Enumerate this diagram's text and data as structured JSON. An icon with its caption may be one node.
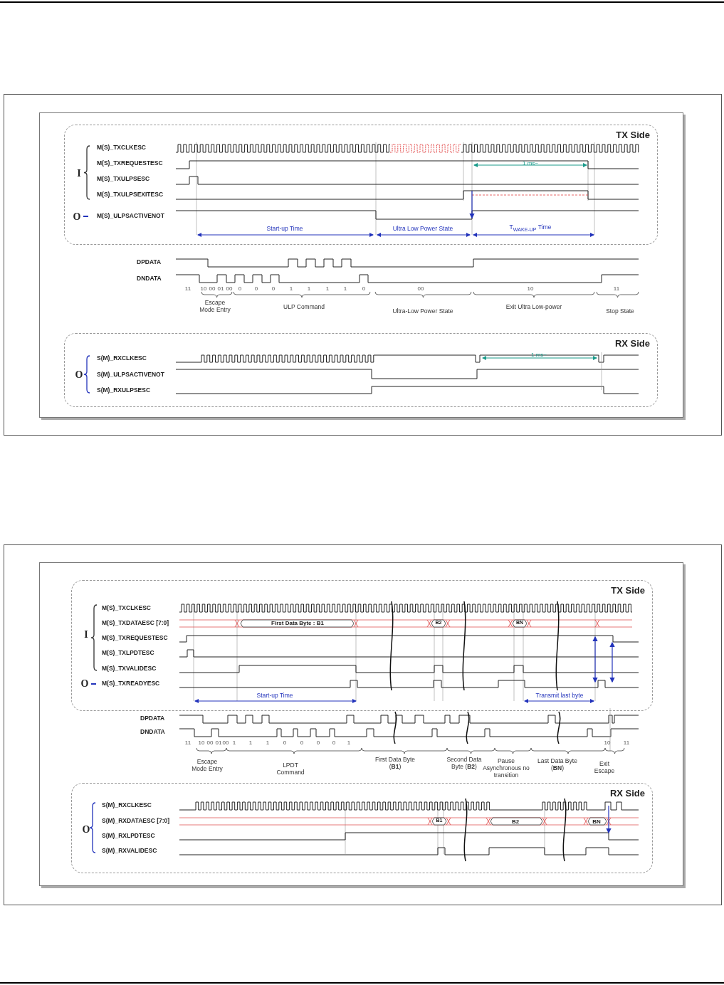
{
  "diagram": {
    "nodes": [
      {
        "text": [
          "TX Side"
        ]
      },
      {
        "text": [
          "RX Side"
        ]
      },
      {
        "text": [
          "TX Side"
        ]
      },
      {
        "text": [
          "RX Side"
        ]
      }
    ],
    "labels": [
      "I",
      "M(S)_TXCLKESC",
      "M(S)_TXREQUESTESC",
      "M(S)_TXULPSESC",
      "M(S)_TXULPSEXITESC",
      "O",
      "M(S)_ULPSACTIVENOT",
      "1 ms~",
      "Start-up Time",
      "Ultra Low Power State",
      "T$_{WAKE-UP}$ Time",
      "DPDATA",
      "DNDATA",
      "11",
      "10",
      "00",
      "01",
      "00",
      "0",
      "0",
      "0",
      "1",
      "1",
      "1",
      "1",
      "0",
      "00",
      "10",
      "11",
      "Escape Mode Entry",
      "ULP Command",
      "Ultra-Low Power State",
      "Exit Ultra Low-power",
      "Stop State",
      "O",
      "S(M)_RXCLKESC",
      "S(M)_ULPSACTIVENOT",
      "S(M)_RXULPSESC",
      "1 ms~",
      "I",
      "M(S)_TXCLKESC",
      "M(S)_TXDATAESC [7:0]",
      "First Data Byte : B1",
      "B2",
      "BN",
      "M(S)_TXREQUESTESC",
      "M(S)_TXLPDTESC",
      "M(S)_TXVALIDESC",
      "O",
      "M(S)_TXREADYESC",
      "Start-up Time",
      "Transmit last byte",
      "DPDATA",
      "DNDATA",
      "11",
      "10",
      "00",
      "01",
      "00",
      "1",
      "1",
      "1",
      "0",
      "0",
      "0",
      "0",
      "1",
      "10",
      "11",
      "Escape Mode Entry",
      "LPDT Command",
      "First Data Byte (**B1**)",
      "Second Data Byte (**B2**)",
      "Pause Asynchronous no transition",
      "Last Data Byte (**BN**)",
      "Exit Escape",
      "O",
      "S(M)_RXCLKESC",
      "S(M)_RXDATAESC [7:0]",
      "B1",
      "B2",
      "BN",
      "S(M)_RXLPDTESC",
      "S(M)_RXVALIDESC"
    ]
  }
}
